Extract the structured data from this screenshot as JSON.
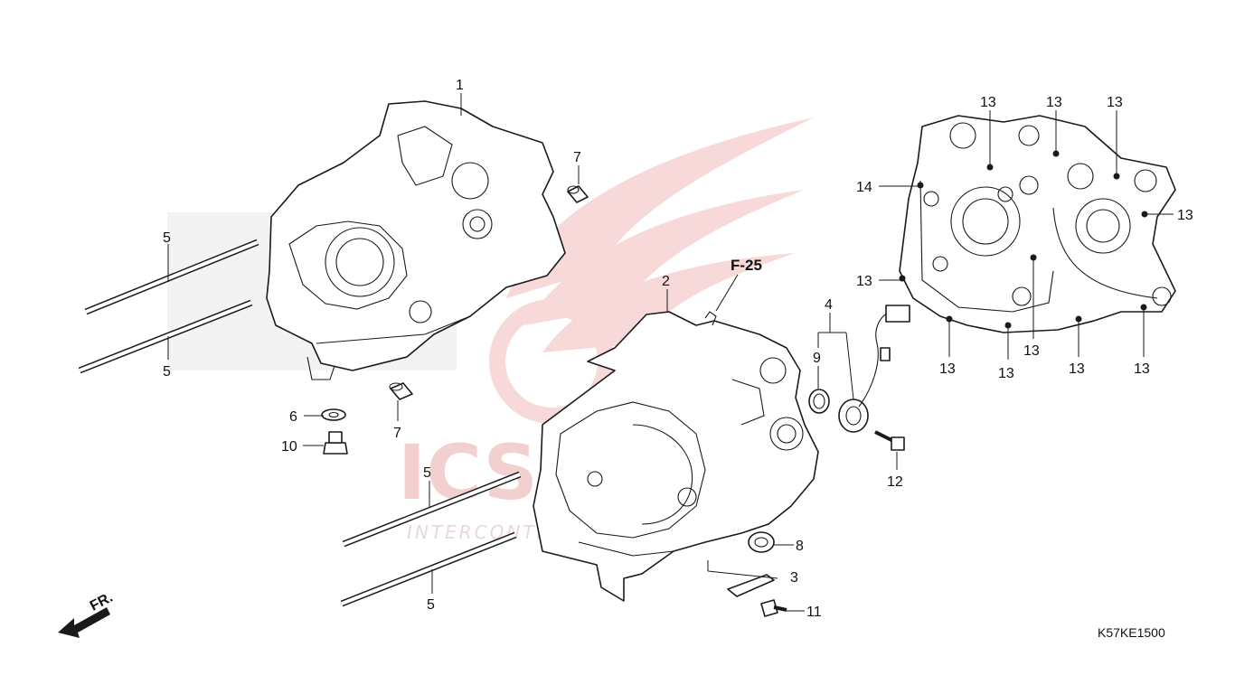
{
  "diagram": {
    "ref_label": "F-25",
    "code": "K57KE1500",
    "front_marker": "FR.",
    "callouts": {
      "c1": "1",
      "c2": "2",
      "c3": "3",
      "c4": "4",
      "c5a": "5",
      "c5b": "5",
      "c5c": "5",
      "c5d": "5",
      "c6": "6",
      "c7a": "7",
      "c7b": "7",
      "c8": "8",
      "c9": "9",
      "c10": "10",
      "c11": "11",
      "c12": "12",
      "c13a": "13",
      "c13b": "13",
      "c13c": "13",
      "c13d": "13",
      "c13e": "13",
      "c13f": "13",
      "c13g": "13",
      "c13h": "13",
      "c13i": "13",
      "c13j": "13",
      "c14": "14"
    }
  },
  "watermark": {
    "brand": "ICSPARTS",
    "tagline": "INTERCONTINENTAL SPARTS",
    "color": "#e8a0a0"
  },
  "colors": {
    "line": "#1a1a1a",
    "watermark": "#f0c8c8"
  }
}
